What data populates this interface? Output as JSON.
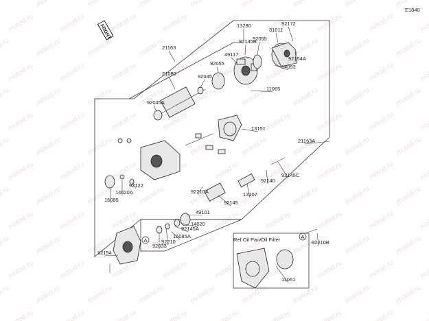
{
  "diagram_code": "E1840",
  "front_badge": "FRONT",
  "watermark": "motod.ru",
  "ref_note": "Ref.Oil Pan/Oil Filter",
  "callout_letter": "A",
  "labels": {
    "p13280": "13280",
    "p31011": "31011",
    "p92172": "92172",
    "p92145B": "92145B",
    "p92055a": "92055",
    "p49117": "49117",
    "p92154A": "92154A",
    "p14093": "14093",
    "p21163": "21163",
    "p21080": "21080",
    "p92055b": "92055",
    "p92045": "92045",
    "p11065": "11065",
    "p92045A": "92045A",
    "p13151": "13151",
    "p21163A": "21163A",
    "p92145C": "92145C",
    "p92140": "92140",
    "p13107": "13107",
    "p92122": "92122",
    "p14020A": "14020A",
    "p16085": "16085",
    "p92210A": "92210A",
    "p92145": "92145",
    "p49101": "49101",
    "p14020": "14020",
    "p92145A": "92145A",
    "p16085A": "16085A",
    "p92210": "92210",
    "p92033": "92033",
    "p92154": "92154",
    "p92210B": "92210B",
    "p11061": "11061"
  }
}
